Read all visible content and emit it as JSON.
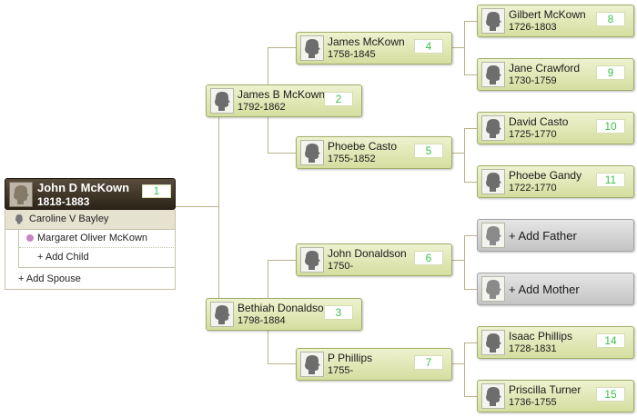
{
  "root": {
    "name": "John D McKown",
    "dates": "1818-1883",
    "number": "1"
  },
  "spouse_panel": {
    "spouse": "Caroline V Bayley",
    "children": [
      "Margaret Oliver McKown"
    ],
    "add_child": "+ Add Child",
    "add_spouse": "+ Add Spouse"
  },
  "ancestors": [
    {
      "name": "James B McKown",
      "dates": "1792-1862",
      "number": "2"
    },
    {
      "name": "Bethiah Donaldson",
      "dates": "1798-1884",
      "number": "3"
    },
    {
      "name": "James McKown",
      "dates": "1758-1845",
      "number": "4"
    },
    {
      "name": "Phoebe Casto",
      "dates": "1755-1852",
      "number": "5"
    },
    {
      "name": "John Donaldson",
      "dates": "1750-",
      "number": "6"
    },
    {
      "name": "P Phillips",
      "dates": "1755-",
      "number": "7"
    },
    {
      "name": "Gilbert McKown",
      "dates": "1726-1803",
      "number": "8"
    },
    {
      "name": "Jane Crawford",
      "dates": "1730-1759",
      "number": "9"
    },
    {
      "name": "David Casto",
      "dates": "1725-1770",
      "number": "10"
    },
    {
      "name": "Phoebe Gandy",
      "dates": "1722-1770",
      "number": "11"
    },
    {
      "name": "Isaac Phillips",
      "dates": "1728-1831",
      "number": "14"
    },
    {
      "name": "Priscilla Turner",
      "dates": "1736-1755",
      "number": "15"
    }
  ],
  "placeholders": {
    "add_father": "+ Add Father",
    "add_mother": "+ Add Mother"
  },
  "icons": {
    "portrait": "silhouette-portrait-icon",
    "child_marker": "female-dot-icon"
  },
  "colors": {
    "card": "#dde5ad",
    "root": "#3d3426",
    "number_text": "#3cc24a",
    "connector": "#b9b38a",
    "add_card": "#d2d2d2"
  }
}
